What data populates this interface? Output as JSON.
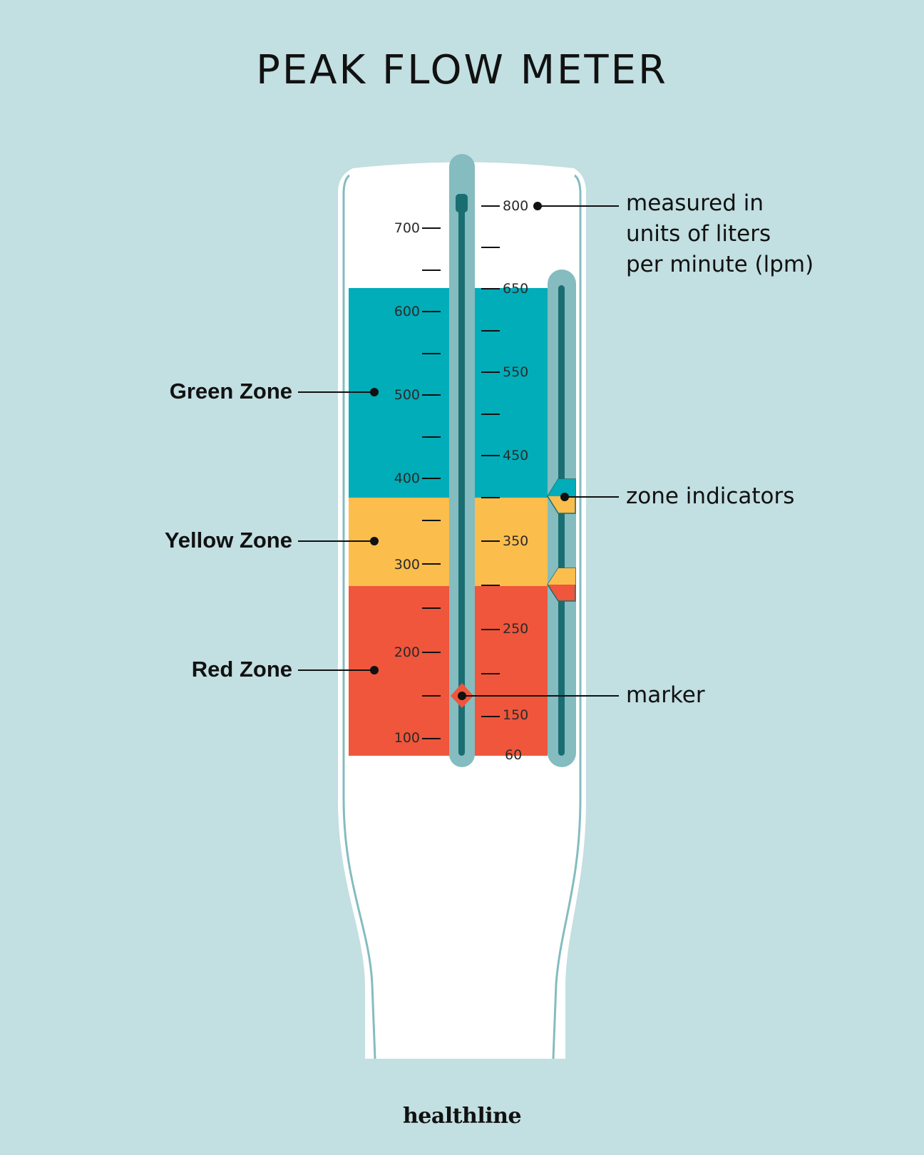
{
  "title": "PEAK FLOW METER",
  "brand": "healthline",
  "scale": {
    "unit": "lpm",
    "left_labels": [
      "700",
      "600",
      "500",
      "400",
      "300",
      "200",
      "100"
    ],
    "right_labels": [
      "800",
      "650",
      "550",
      "450",
      "350",
      "250",
      "150",
      "60"
    ]
  },
  "zones": [
    {
      "name": "Green Zone",
      "color": "#00adb9"
    },
    {
      "name": "Yellow Zone",
      "color": "#fbbd4c"
    },
    {
      "name": "Red Zone",
      "color": "#ef563b"
    }
  ],
  "callouts": {
    "units": [
      "measured in",
      "units of liters",
      "per minute (lpm)"
    ],
    "zone_indicators": "zone indicators",
    "marker": "marker"
  },
  "colors": {
    "background": "#c2dfe2",
    "tube": "#84bcc0",
    "tube_inner": "#1a6e72",
    "body": "#ffffff"
  }
}
